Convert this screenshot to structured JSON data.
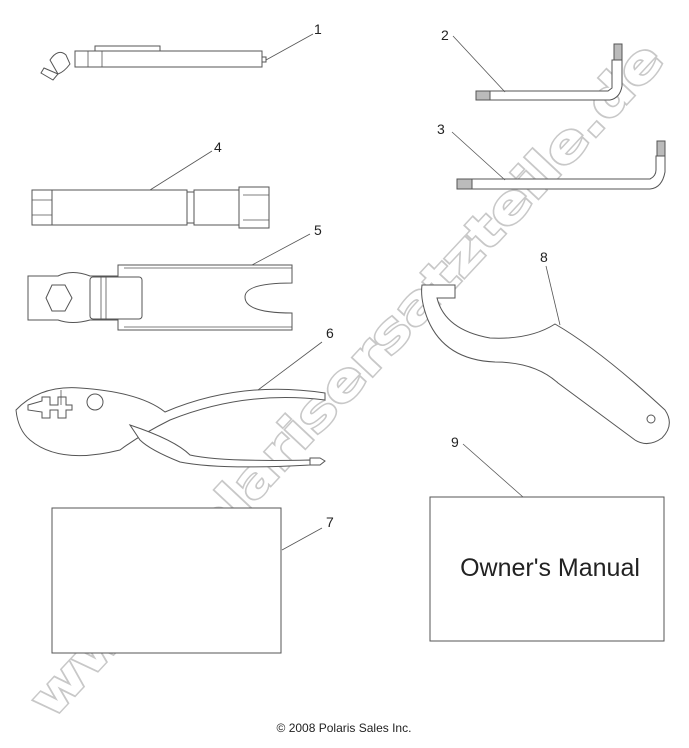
{
  "callouts": [
    "1",
    "2",
    "3",
    "4",
    "5",
    "6",
    "7",
    "8",
    "9"
  ],
  "manual_text": "Owner's Manual",
  "copyright": "© 2008 Polaris Sales Inc.",
  "watermark": "www.polarisersatzteile.de"
}
